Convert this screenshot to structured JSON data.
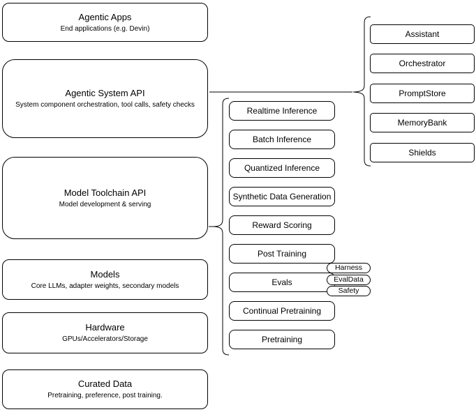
{
  "colors": {
    "line": "#000000",
    "bg": "#ffffff"
  },
  "left_stack": [
    {
      "title": "Agentic Apps",
      "subtitle": "End applications (e.g. Devin)"
    },
    {
      "title": "Agentic System API",
      "subtitle": "System component orchestration, tool calls, safety checks"
    },
    {
      "title": "Model Toolchain API",
      "subtitle": "Model development & serving"
    },
    {
      "title": "Models",
      "subtitle": "Core LLMs, adapter weights, secondary models"
    },
    {
      "title": "Hardware",
      "subtitle": "GPUs/Accelerators/Storage"
    },
    {
      "title": "Curated Data",
      "subtitle": "Pretraining, preference, post training."
    }
  ],
  "toolchain_group": {
    "items": [
      "Realtime Inference",
      "Batch Inference",
      "Quantized Inference",
      "Synthetic Data Generation",
      "Reward Scoring",
      "Post Training",
      "Evals",
      "Continual Pretraining",
      "Pretraining"
    ]
  },
  "evals_tags": [
    "Harness",
    "EvalData",
    "Safety"
  ],
  "system_group": {
    "items": [
      "Assistant",
      "Orchestrator",
      "PromptStore",
      "MemoryBank",
      "Shields"
    ]
  }
}
